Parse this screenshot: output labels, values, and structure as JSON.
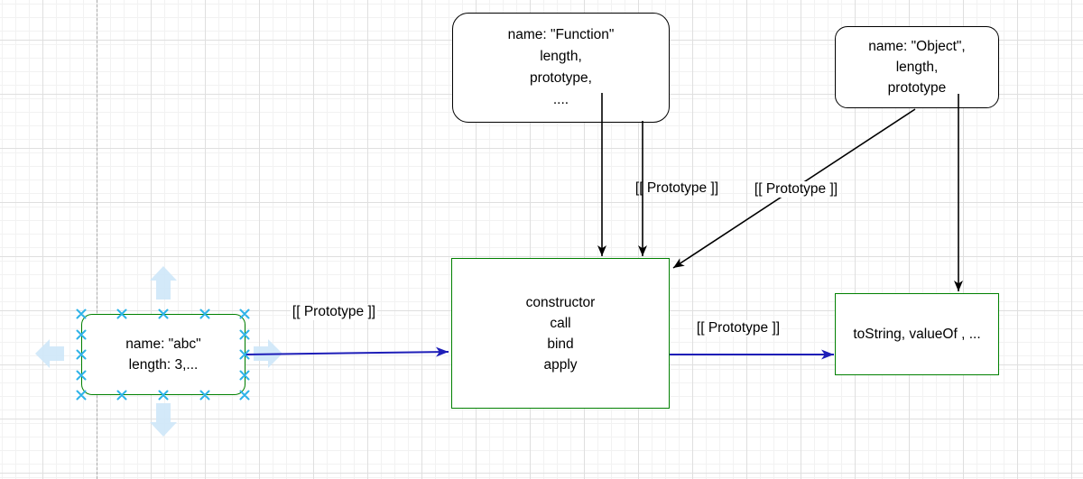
{
  "nodes": {
    "function_box": {
      "lines": [
        "name: \"Function\"",
        "length,",
        "prototype,",
        "...."
      ]
    },
    "object_box": {
      "lines": [
        "name: \"Object\",",
        "length,",
        "prototype"
      ]
    },
    "function_prototype_box": {
      "lines": [
        "constructor",
        "call",
        "bind",
        "apply"
      ]
    },
    "object_prototype_box": {
      "lines": [
        "toString, valueOf , ..."
      ]
    },
    "abc_instance_box": {
      "lines": [
        "name: \"abc\"",
        "length: 3,..."
      ]
    }
  },
  "edge_labels": {
    "function_arrows": "[[ Prototype ]]",
    "object_to_function_prototype": "[[ Prototype ]]",
    "abc_to_function_prototype": "[[ Prototype ]]",
    "function_prototype_to_object_prototype": "[[ Prototype ]]"
  },
  "colors": {
    "node_border_green": "#008000",
    "node_border_black": "#000000",
    "edge_black": "#000000",
    "edge_blue": "#1e1eb8",
    "selection_handle_cyan": "#2eb3e8",
    "direction_arrow_pale_blue": "#cfe7f9",
    "guide_dash_gray": "#ababab"
  }
}
